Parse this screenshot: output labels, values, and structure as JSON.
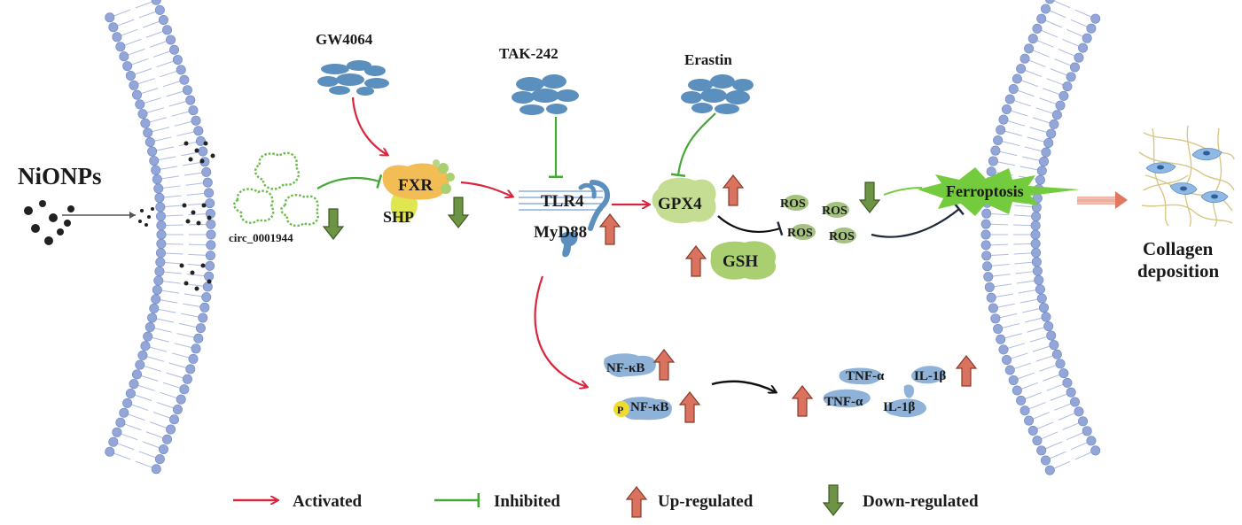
{
  "labels": {
    "nionps": "NiONPs",
    "circ": "circ_0001944",
    "gw4064": "GW4064",
    "fxr": "FXR",
    "shp": "SHP",
    "tak242": "TAK-242",
    "tlr4": "TLR4",
    "myd88": "MyD88",
    "erastin": "Erastin",
    "gpx4": "GPX4",
    "gsh": "GSH",
    "ros": "ROS",
    "ferroptosis": "Ferroptosis",
    "collagen_line1": "Collagen",
    "collagen_line2": "deposition",
    "nfkb": "NF-κB",
    "p": "P",
    "tnfa": "TNF-α",
    "il1b": "IL-1β"
  },
  "legend": {
    "activated": "Activated",
    "inhibited": "Inhibited",
    "up": "Up-regulated",
    "down": "Down-regulated"
  },
  "colors": {
    "activated": "#d9263e",
    "inhibited": "#45a736",
    "up": "#d9725e",
    "down": "#6d9345",
    "membrane_head": "#93a6d8",
    "protein_blue": "#5b8fbd",
    "fxr_gold": "#f2bd55",
    "gpx4_green": "#c4dd92",
    "ferroptosis_green": "#74cb3d"
  }
}
